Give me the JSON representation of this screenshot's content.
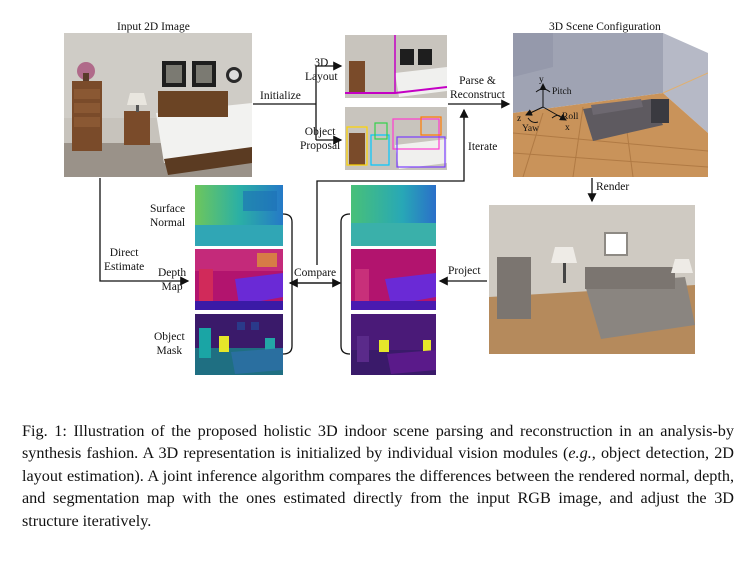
{
  "labels": {
    "input_title": "Input 2D Image",
    "scene_title": "3D Scene Configuration",
    "layout_3d": "3D\nLayout",
    "object_proposal": "Object\nProposal",
    "initialize": "Initialize",
    "parse_reconstruct": "Parse &\nReconstruct",
    "iterate": "Iterate",
    "render": "Render",
    "project": "Project",
    "compare": "Compare",
    "direct_estimate": "Direct\nEstimate",
    "surface_normal": "Surface\nNormal",
    "depth_map": "Depth\nMap",
    "object_mask": "Object\nMask",
    "pitch": "Pitch",
    "roll": "Roll",
    "yaw": "Yaw",
    "axis_x": "x",
    "axis_y": "y",
    "axis_z": "z"
  },
  "caption": {
    "prefix": "Fig. 1: Illustration of the proposed holistic 3D indoor scene parsing and reconstruction in an analysis-by synthesis fashion. A 3D representation is initialized by individual vision modules (",
    "eg": "e.g.",
    "suffix": ", object detection, 2D layout estimation). A joint inference algorithm compares the differences between the rendered normal, depth, and segmentation map with the ones estimated directly from the input RGB image, and adjust the 3D structure iteratively."
  }
}
